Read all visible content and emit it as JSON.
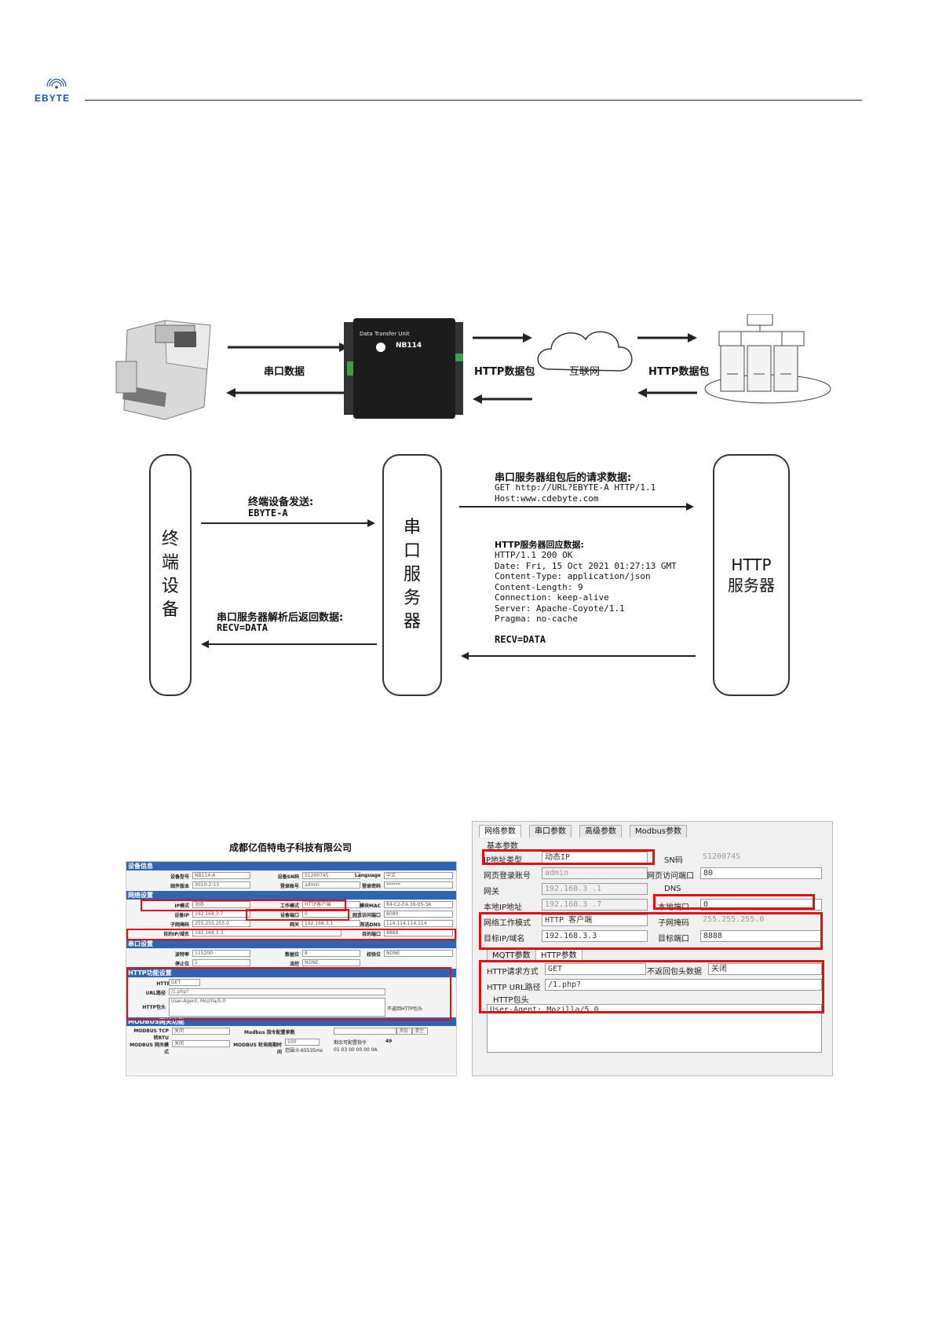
{
  "header": {
    "brand": "EBYTE"
  },
  "flow": {
    "serial_data": "串口数据",
    "http_packet_left": "HTTP数据包",
    "internet": "互联网",
    "http_packet_right": "HTTP数据包",
    "device_title": "Data Transfer Unit",
    "device_model": "NB114"
  },
  "sequence": {
    "terminal": "终端设备",
    "serial_server": "串口服务器",
    "http_server_line1": "HTTP",
    "http_server_line2": "服务器",
    "term_send_title": "终端设备发送:",
    "term_send_data": "EBYTE-A",
    "req_title": "串口服务器组包后的请求数据:",
    "req_body": "GET http://URL?EBYTE-A HTTP/1.1\nHost:www.cdebyte.com",
    "resp_title": "HTTP服务器回应数据:",
    "resp_body": "HTTP/1.1 200 OK\nDate: Fri, 15 Oct 2021 01:27:13 GMT\nContent-Type: application/json\nContent-Length: 9\nConnection: keep-alive\nServer: Apache-Coyote/1.1\nPragma: no-cache",
    "resp_data": "RECV=DATA",
    "back_title": "串口服务器解析后返回数据:",
    "back_data": "RECV=DATA"
  },
  "web_config": {
    "company": "成都亿佰特电子科技有限公司",
    "sections": {
      "device_info": "设备信息",
      "network": "网络设置",
      "serial": "串口设置",
      "http": "HTTP功能设置",
      "modbus": "MODBUS网关功能"
    },
    "device_model_label": "设备型号",
    "device_model_value": "NB114-A",
    "device_sn_label": "设备SN码",
    "device_sn_value": "S1200745",
    "language_label": "Language",
    "language_value": "中文",
    "firmware_label": "固件版本",
    "firmware_value": "3010-2-13",
    "login_user_label": "登录账号",
    "login_user_value": "admin",
    "login_pwd_label": "登录密码",
    "login_pwd_value": "******",
    "ip_mode_label": "IP模式",
    "ip_mode_value": "动态",
    "work_mode_label": "工作模式",
    "work_mode_value": "HTTP客户端",
    "mac_label": "模块MAC",
    "mac_value": "84-C2-E4-36-05-3A",
    "device_ip_label": "设备IP",
    "device_ip_value": "192.168.3.7",
    "device_port_label": "设备端口",
    "device_port_value": "0",
    "web_port_label": "网页访问端口",
    "web_port_value": "8080",
    "subnet_label": "子网掩码",
    "subnet_value": "255.255.255.0",
    "gateway_label": "网关",
    "gateway_value": "192.168.3.1",
    "dns_label": "首选DNS",
    "dns_value": "114.114.114.114",
    "target_ip_label": "目的IP/域名",
    "target_ip_value": "192.168.3.3",
    "target_port_label": "目的端口",
    "target_port_value": "8888",
    "baud_label": "波特率",
    "baud_value": "115200",
    "databits_label": "数据位",
    "databits_value": "8",
    "parity_label": "校验位",
    "parity_value": "NONE",
    "stopbits_label": "停止位",
    "stopbits_value": "1",
    "flow_label": "流控",
    "flow_value": "NONE",
    "http_method_label": "HTTP请求方式",
    "http_method_value": "GET",
    "url_path_label": "URL路径",
    "url_path_value": "/1.php?",
    "http_header_label": "HTTP包头",
    "http_header_value": "User-Agent: Mozilla/5.0",
    "no_return_header": "不返回HTTP包头",
    "modbus_tcp_label": "MODBUS TCP转RTU",
    "modbus_tcp_value": "关闭",
    "modbus_gw_label": "MODBUS 网关模式",
    "modbus_gw_value": "关闭",
    "modbus_cmd_label": "Modbus 指令配置参数",
    "add_btn": "添加",
    "clear_btn": "清空",
    "modbus_timeout_label": "MODBUS 轮询周期时间",
    "modbus_timeout_value": "100",
    "modbus_range": "范围:0-65535ms",
    "remaining_label": "剩余可配置指令",
    "remaining_value": "49",
    "cmd_value": "01 03 00 00 00 0A"
  },
  "pc_config": {
    "tabs": [
      "网络参数",
      "串口参数",
      "高级参数",
      "Modbus参数"
    ],
    "group_basic": "基本参数",
    "ip_type_label": "IP地址类型",
    "ip_type_value": "动态IP",
    "sn_label": "SN码",
    "sn_value": "S120074S",
    "web_user_label": "网页登录账号",
    "web_user_value": "admin",
    "web_port_label": "网页访问端口",
    "web_port_value": "80",
    "gateway_label": "网关",
    "gateway_value": "192.168.3  .1",
    "dns_label": "DNS",
    "local_ip_label": "本地IP地址",
    "local_ip_value": "192.168.3  .7",
    "local_port_label": "本地端口",
    "local_port_value": "0",
    "net_mode_label": "网络工作模式",
    "net_mode_value": "HTTP 客户端",
    "subnet_label": "子网掩码",
    "subnet_value": "255.255.255.0",
    "target_ip_label": "目标IP/域名",
    "target_ip_value": "192.168.3.3",
    "target_port_label": "目标端口",
    "target_port_value": "8888",
    "sub_tabs": [
      "MQTT参数",
      "HTTP参数"
    ],
    "http_method_label": "HTTP请求方式",
    "http_method_value": "GET",
    "no_return_label": "不返回包头数据",
    "no_return_value": "关闭",
    "url_label": "HTTP URL路径",
    "url_value": "/1.php?",
    "header_group": "HTTP包头",
    "header_value": "User-Agent: Mozilla/5.0"
  }
}
